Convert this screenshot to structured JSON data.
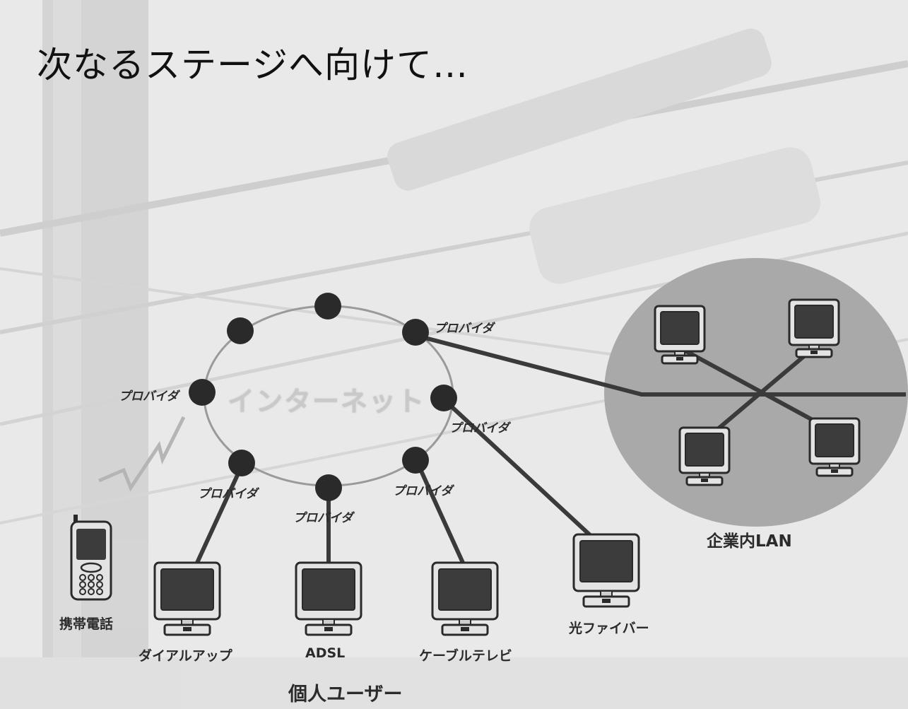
{
  "slide": {
    "title": "次なるステージへ向けて…"
  },
  "diagram": {
    "internet_label": "インターネット",
    "provider_label": "プロバイダ",
    "providers": [
      "プロバイダ",
      "プロバイダ",
      "プロバイダ",
      "プロバイダ",
      "プロバイダ",
      "プロバイダ"
    ],
    "devices": {
      "mobile": "携帯電話",
      "dialup": "ダイアルアップ",
      "adsl": "ADSL",
      "cable": "ケーブルテレビ",
      "fiber": "光ファイバー"
    },
    "corporate_lan": "企業内LAN",
    "personal_users": "個人ユーザー"
  },
  "colors": {
    "background": "#e9e9e9",
    "node": "#2a2a2a",
    "link": "#3a3a3a",
    "lan_circle": "#a9a9a9",
    "monitor_body": "#e5e5e5",
    "monitor_screen": "#3c3c3c"
  }
}
